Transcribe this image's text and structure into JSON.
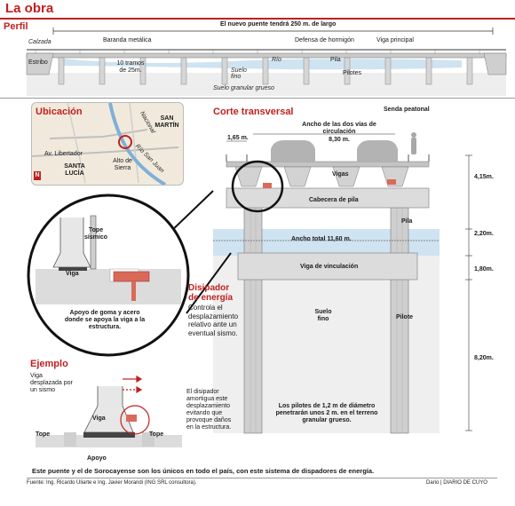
{
  "header": {
    "title": "La obra"
  },
  "perfil": {
    "title": "Perfil",
    "length_label": "El nuevo puente tendrá 250 m. de largo",
    "calzada": "Calzada",
    "baranda": "Baranda metálica",
    "defensa": "Defensa de hormigón",
    "viga_principal": "Viga principal",
    "estribo": "Estribo",
    "tramos": "10 tramos de 25m.",
    "rio": "Río",
    "pila": "Pila",
    "pilotes": "Pilotes",
    "suelo_fino": "Suelo fino",
    "suelo_grueso": "Suelo granular grueso"
  },
  "ubicacion": {
    "title": "Ubicación",
    "san_martin": "SAN MARTÍN",
    "nacional": "Nacional",
    "rio_san_juan": "Río San Juan",
    "av_libertador": "Av. Libertador",
    "santa_lucia": "SANTA LUCÍA",
    "alto_sierra": "Alto de Sierra",
    "north": "N"
  },
  "corte": {
    "title": "Corte transversal",
    "senda": "Senda peatonal",
    "ancho_vias": "Ancho de las dos vías de circulación",
    "ancho_vias_val": "8,30 m.",
    "dim_165": "1,65 m.",
    "vigas": "Vigas",
    "cabecera": "Cabecera de pila",
    "ancho_total": "Ancho total 11,60 m.",
    "pila": "Pila",
    "viga_vinc": "Viga de vinculación",
    "suelo_fino": "Suelo fino",
    "pilote": "Pilote",
    "pilotes_text": "Los pilotes de 1,2 m de diámetro penetrarán unos 2 m. en el terreno granular grueso.",
    "dims": [
      "4,15m.",
      "2,20m.",
      "1,80m.",
      "8,20m."
    ]
  },
  "detalle": {
    "tope_sismico": "Tope sísmico",
    "viga": "Viga",
    "apoyo_text": "Apoyo de goma y acero donde se apoya la viga a la estructura.",
    "disipador_title": "Disipador de energía",
    "disipador_desc": "Controla el desplazamiento relativo ante un eventual sismo."
  },
  "ejemplo": {
    "title": "Ejemplo",
    "viga_desplazada": "Viga desplazada por un sismo",
    "viga": "Viga",
    "tope_left": "Tope",
    "tope_right": "Tope",
    "apoyo": "Apoyo",
    "disipador_text": "El disipador amortigua este desplazamiento evitando que provoque daños en la estructura."
  },
  "footer": {
    "note": "Este puente y el de Sorocayense son los únicos en todo el país, con este sistema de dispadores de energía.",
    "fuente": "Fuente: Ing. Ricardo Uliarte e Ing. Javier Morandi (ING SRL consultora).",
    "credit": "Dario | DIARIO DE CUYO"
  },
  "colors": {
    "accent": "#c21f1f",
    "water": "#cfe3f1",
    "concrete": "#dcdcdc",
    "soil": "#efefef"
  }
}
